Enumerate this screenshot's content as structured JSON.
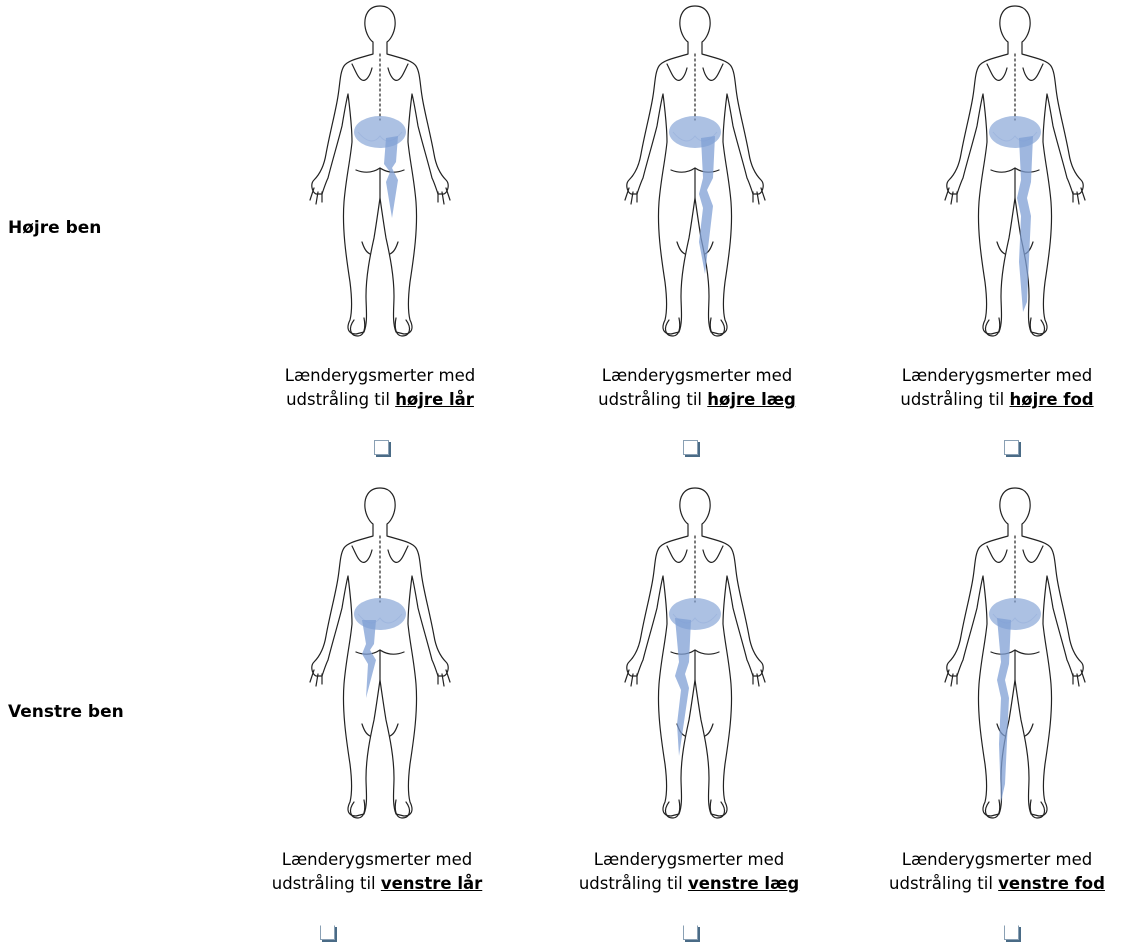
{
  "rows": [
    {
      "label": "Højre ben",
      "options": [
        {
          "caption_line1": "Lænderygsmerter med",
          "caption_prefix": "udstråling til ",
          "caption_emphasis": "højre lår",
          "checked": false
        },
        {
          "caption_line1": "Lænderygsmerter med",
          "caption_prefix": "udstråling til ",
          "caption_emphasis": "højre læg",
          "checked": false
        },
        {
          "caption_line1": "Lænderygsmerter med",
          "caption_prefix": "udstråling til ",
          "caption_emphasis": "højre fod",
          "checked": false
        }
      ]
    },
    {
      "label": "Venstre ben",
      "options": [
        {
          "caption_line1": "Lænderygsmerter med",
          "caption_prefix": "udstråling til ",
          "caption_emphasis": "venstre lår",
          "checked": false
        },
        {
          "caption_line1": "Lænderygsmerter med",
          "caption_prefix": "udstråling til ",
          "caption_emphasis": "venstre læg",
          "checked": false
        },
        {
          "caption_line1": "Lænderygsmerter med",
          "caption_prefix": "udstråling til ",
          "caption_emphasis": "venstre fod",
          "checked": false
        }
      ]
    }
  ],
  "colors": {
    "pain_fill": "#7f9fd4",
    "outline": "#222222",
    "checkbox_shadow": "#4a6b86"
  }
}
